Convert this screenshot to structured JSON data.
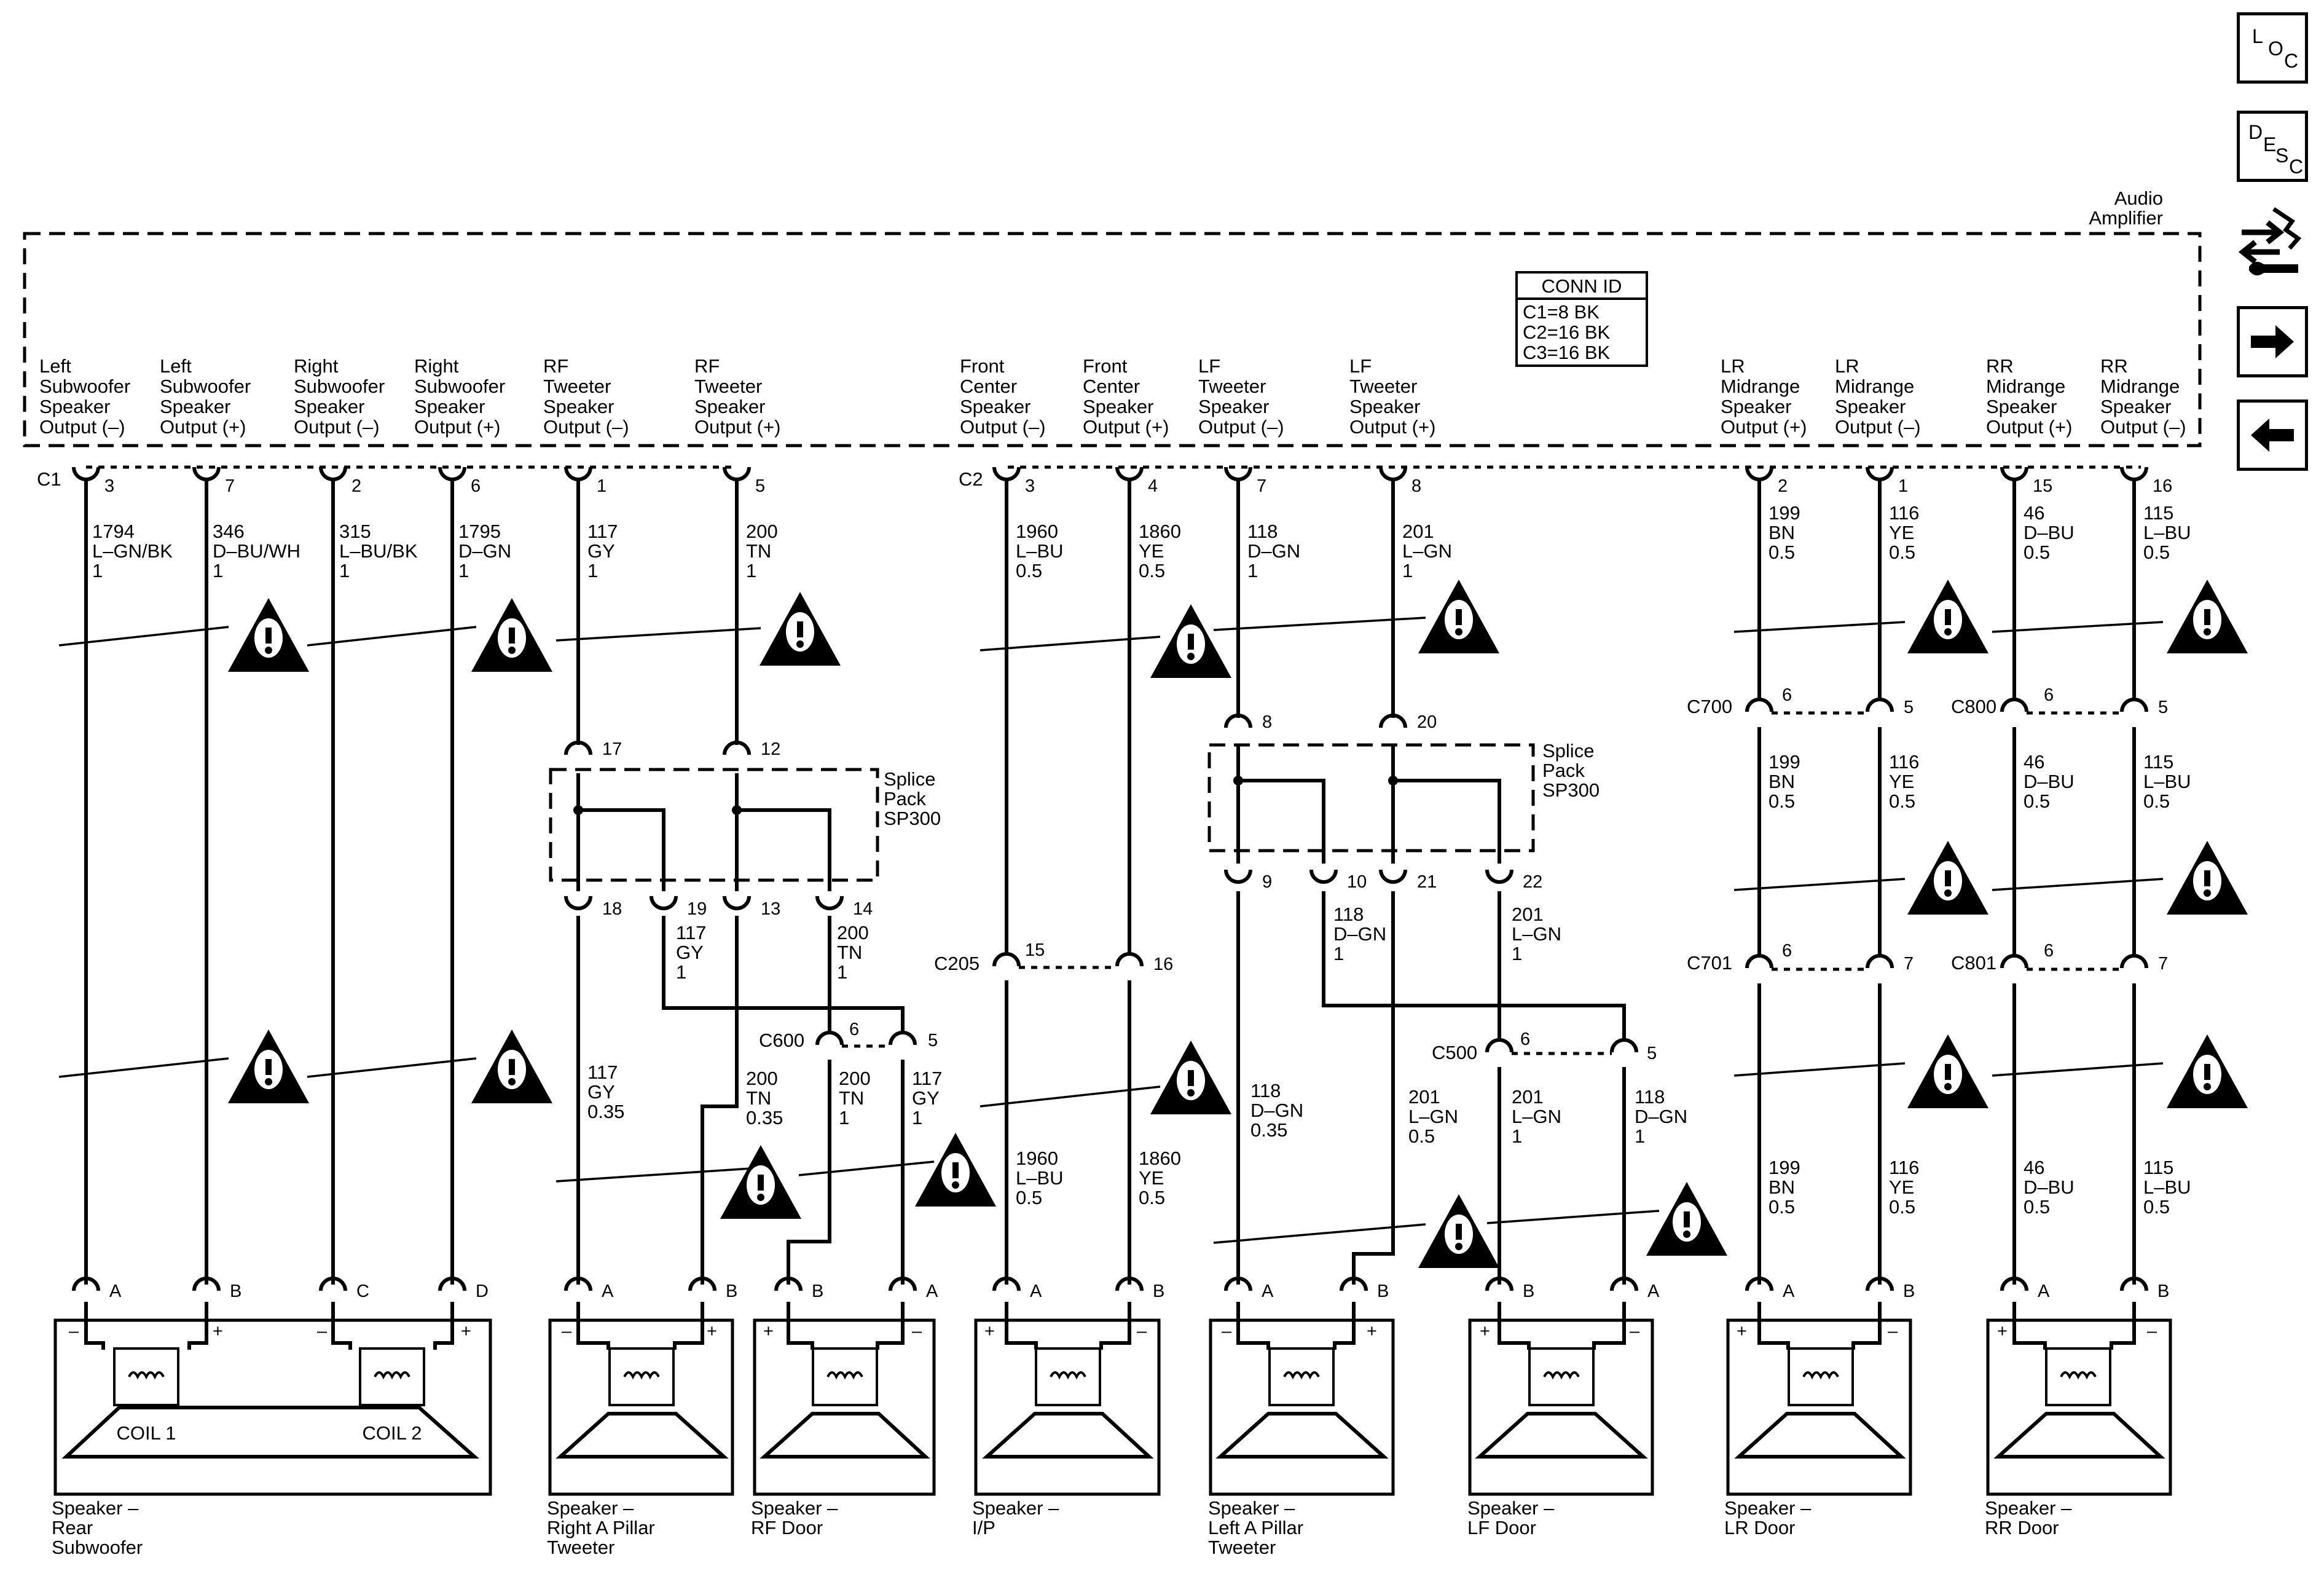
{
  "nav": {
    "loc_letters": [
      "L",
      "O",
      "C"
    ],
    "desc_letters": [
      "D",
      "E",
      "S",
      "C"
    ]
  },
  "amplifier": {
    "label_1": "Audio",
    "label_2": "Amplifier"
  },
  "conn_id": {
    "title": "CONN ID",
    "lines": [
      "C1=8 BK",
      "C2=16 BK",
      "C3=16 BK"
    ]
  },
  "connectors": {
    "c1": "C1",
    "c2": "C2",
    "c205": "C205",
    "c600": "C600",
    "c500": "C500",
    "c700": "C700",
    "c701": "C701",
    "c800": "C800",
    "c801": "C801"
  },
  "splice": {
    "label": [
      "Splice",
      "Pack",
      "SP300"
    ]
  },
  "amp_outputs": [
    {
      "text": [
        "Left",
        "Subwoofer",
        "Speaker",
        "Output (–)"
      ],
      "pin": "3"
    },
    {
      "text": [
        "Left",
        "Subwoofer",
        "Speaker",
        "Output (+)"
      ],
      "pin": "7"
    },
    {
      "text": [
        "Right",
        "Subwoofer",
        "Speaker",
        "Output (–)"
      ],
      "pin": "2"
    },
    {
      "text": [
        "Right",
        "Subwoofer",
        "Speaker",
        "Output (+)"
      ],
      "pin": "6"
    },
    {
      "text": [
        "RF",
        "Tweeter",
        "Speaker",
        "Output (–)"
      ],
      "pin": "1"
    },
    {
      "text": [
        "RF",
        "Tweeter",
        "Speaker",
        "Output (+)"
      ],
      "pin": "5"
    },
    {
      "text": [
        "Front",
        "Center",
        "Speaker",
        "Output (–)"
      ],
      "pin": "3"
    },
    {
      "text": [
        "Front",
        "Center",
        "Speaker",
        "Output (+)"
      ],
      "pin": "4"
    },
    {
      "text": [
        "LF",
        "Tweeter",
        "Speaker",
        "Output (–)"
      ],
      "pin": "7"
    },
    {
      "text": [
        "LF",
        "Tweeter",
        "Speaker",
        "Output (+)"
      ],
      "pin": "8"
    },
    {
      "text": [
        "LR",
        "Midrange",
        "Speaker",
        "Output (+)"
      ],
      "pin": "2"
    },
    {
      "text": [
        "LR",
        "Midrange",
        "Speaker",
        "Output (–)"
      ],
      "pin": "1"
    },
    {
      "text": [
        "RR",
        "Midrange",
        "Speaker",
        "Output (+)"
      ],
      "pin": "15"
    },
    {
      "text": [
        "RR",
        "Midrange",
        "Speaker",
        "Output (–)"
      ],
      "pin": "16"
    }
  ],
  "wire_labels": [
    [
      "1794",
      "L–GN/BK",
      "1"
    ],
    [
      "346",
      "D–BU/WH",
      "1"
    ],
    [
      "315",
      "L–BU/BK",
      "1"
    ],
    [
      "1795",
      "D–GN",
      "1"
    ],
    [
      "117",
      "GY",
      "1"
    ],
    [
      "200",
      "TN",
      "1"
    ],
    [
      "1960",
      "L–BU",
      "0.5"
    ],
    [
      "1860",
      "YE",
      "0.5"
    ],
    [
      "118",
      "D–GN",
      "1"
    ],
    [
      "201",
      "L–GN",
      "1"
    ],
    [
      "199",
      "BN",
      "0.5"
    ],
    [
      "116",
      "YE",
      "0.5"
    ],
    [
      "46",
      "D–BU",
      "0.5"
    ],
    [
      "115",
      "L–BU",
      "0.5"
    ],
    [
      "199",
      "BN",
      "0.5"
    ],
    [
      "116",
      "YE",
      "0.5"
    ],
    [
      "46",
      "D–BU",
      "0.5"
    ],
    [
      "115",
      "L–BU",
      "0.5"
    ],
    [
      "117",
      "GY",
      "1"
    ],
    [
      "200",
      "TN",
      "1"
    ],
    [
      "118",
      "D–GN",
      "1"
    ],
    [
      "201",
      "L–GN",
      "1"
    ],
    [
      "117",
      "GY",
      "0.35"
    ],
    [
      "200",
      "TN",
      "0.35"
    ],
    [
      "200",
      "TN",
      "1"
    ],
    [
      "117",
      "GY",
      "1"
    ],
    [
      "1960",
      "L–BU",
      "0.5"
    ],
    [
      "1860",
      "YE",
      "0.5"
    ],
    [
      "118",
      "D–GN",
      "0.35"
    ],
    [
      "201",
      "L–GN",
      "0.5"
    ],
    [
      "201",
      "L–GN",
      "1"
    ],
    [
      "118",
      "D–GN",
      "1"
    ],
    [
      "199",
      "BN",
      "0.5"
    ],
    [
      "116",
      "YE",
      "0.5"
    ],
    [
      "46",
      "D–BU",
      "0.5"
    ],
    [
      "115",
      "L–BU",
      "0.5"
    ]
  ],
  "pins": {
    "sp_rf_top": [
      "17",
      "12"
    ],
    "sp_rf_bottom": [
      "18",
      "19",
      "13",
      "14"
    ],
    "sp_lf_top": [
      "8",
      "20"
    ],
    "sp_lf_bottom": [
      "9",
      "10",
      "21",
      "22"
    ],
    "c205": [
      "15",
      "16"
    ],
    "c600": [
      "6",
      "5"
    ],
    "c500": [
      "6",
      "5"
    ],
    "c700": [
      "6",
      "5"
    ],
    "c701": [
      "6",
      "7"
    ],
    "c800": [
      "6",
      "5"
    ],
    "c801": [
      "6",
      "7"
    ]
  },
  "speakers": [
    {
      "name": [
        "Speaker –",
        "Rear",
        "Subwoofer"
      ],
      "pins": [
        "A",
        "B",
        "C",
        "D"
      ],
      "coils": [
        "COIL 1",
        "COIL 2"
      ]
    },
    {
      "name": [
        "Speaker –",
        "Right A Pillar",
        "Tweeter"
      ],
      "pins": [
        "A",
        "B"
      ]
    },
    {
      "name": [
        "Speaker –",
        "RF Door"
      ],
      "pins": [
        "B",
        "A"
      ]
    },
    {
      "name": [
        "Speaker –",
        "I/P"
      ],
      "pins": [
        "A",
        "B"
      ]
    },
    {
      "name": [
        "Speaker –",
        "Left A Pillar",
        "Tweeter"
      ],
      "pins": [
        "A",
        "B"
      ]
    },
    {
      "name": [
        "Speaker –",
        "LF Door"
      ],
      "pins": [
        "B",
        "A"
      ]
    },
    {
      "name": [
        "Speaker –",
        "LR Door"
      ],
      "pins": [
        "A",
        "B"
      ]
    },
    {
      "name": [
        "Speaker –",
        "RR Door"
      ],
      "pins": [
        "A",
        "B"
      ]
    }
  ]
}
